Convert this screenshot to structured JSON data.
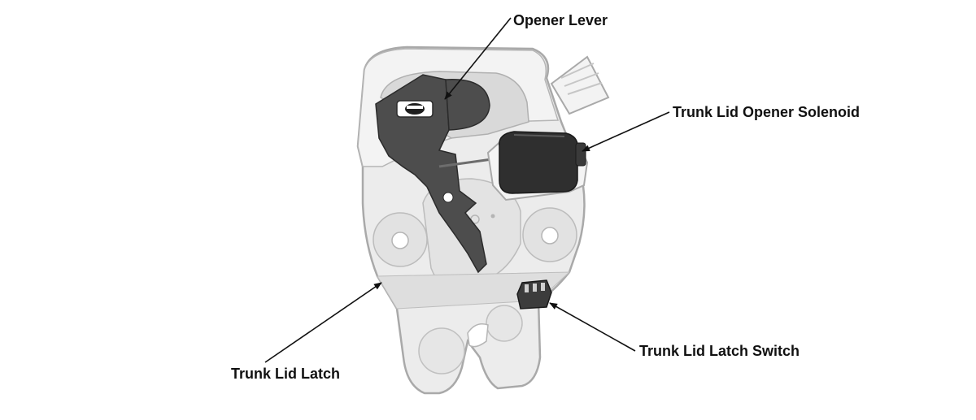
{
  "callouts": {
    "opener_lever": "Opener Lever",
    "solenoid": "Trunk Lid Opener Solenoid",
    "latch_switch": "Trunk Lid Latch Switch",
    "trunk_latch": "Trunk Lid Latch"
  },
  "colors": {
    "housing": "#ececec",
    "housing_shadow": "#d7d7d7",
    "outline": "#a9a9a9",
    "dark_part": "#4d4d4d",
    "darkest_part": "#2b2b2b",
    "leader": "#111111"
  }
}
